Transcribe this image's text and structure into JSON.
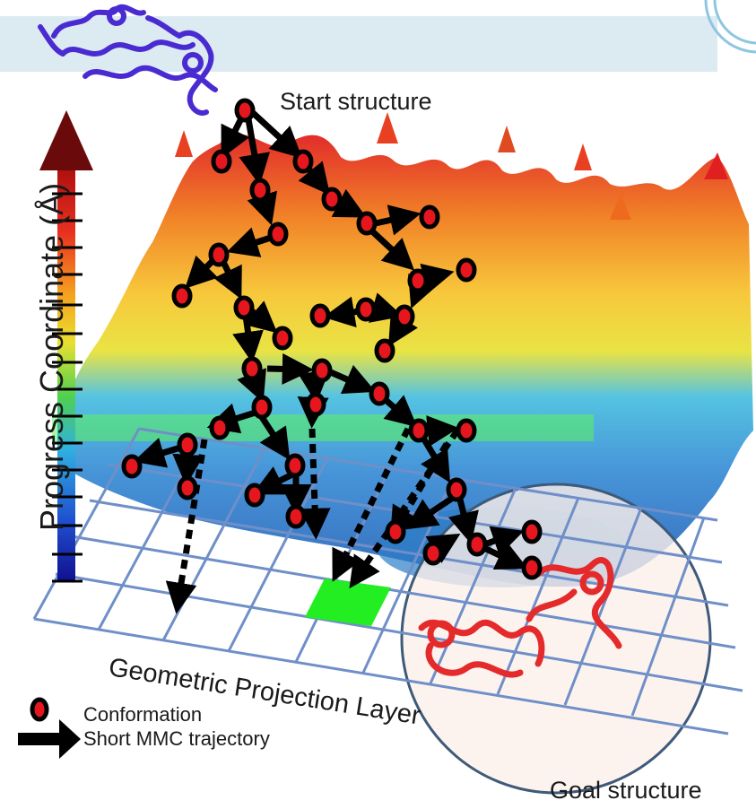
{
  "labels": {
    "start": "Start structure",
    "goal": "Goal structure",
    "axis": "Progress Coordinate (Å)",
    "layer": "Geometric Projection Layer"
  },
  "legend": {
    "conformation": "Conformation",
    "trajectory": "Short MMC trajectory"
  },
  "colors": {
    "banner": "#dcebf2",
    "grid": "#6f8fc8",
    "highlight_cell": "#22ee22",
    "goal_circle_fill": "#fdf0ea",
    "goal_circle_stroke": "#3e5a7a",
    "node_fill": "#e5161e",
    "node_stroke": "#000000",
    "start_protein": "#4a2bd2",
    "goal_protein": "#e42a2a",
    "arrow_head": "#6b0a0a"
  },
  "icons": {
    "start": "start-protein-icon",
    "goal": "goal-protein-icon",
    "conformation": "conformation-icon",
    "trajectory": "trajectory-arrow-icon"
  }
}
